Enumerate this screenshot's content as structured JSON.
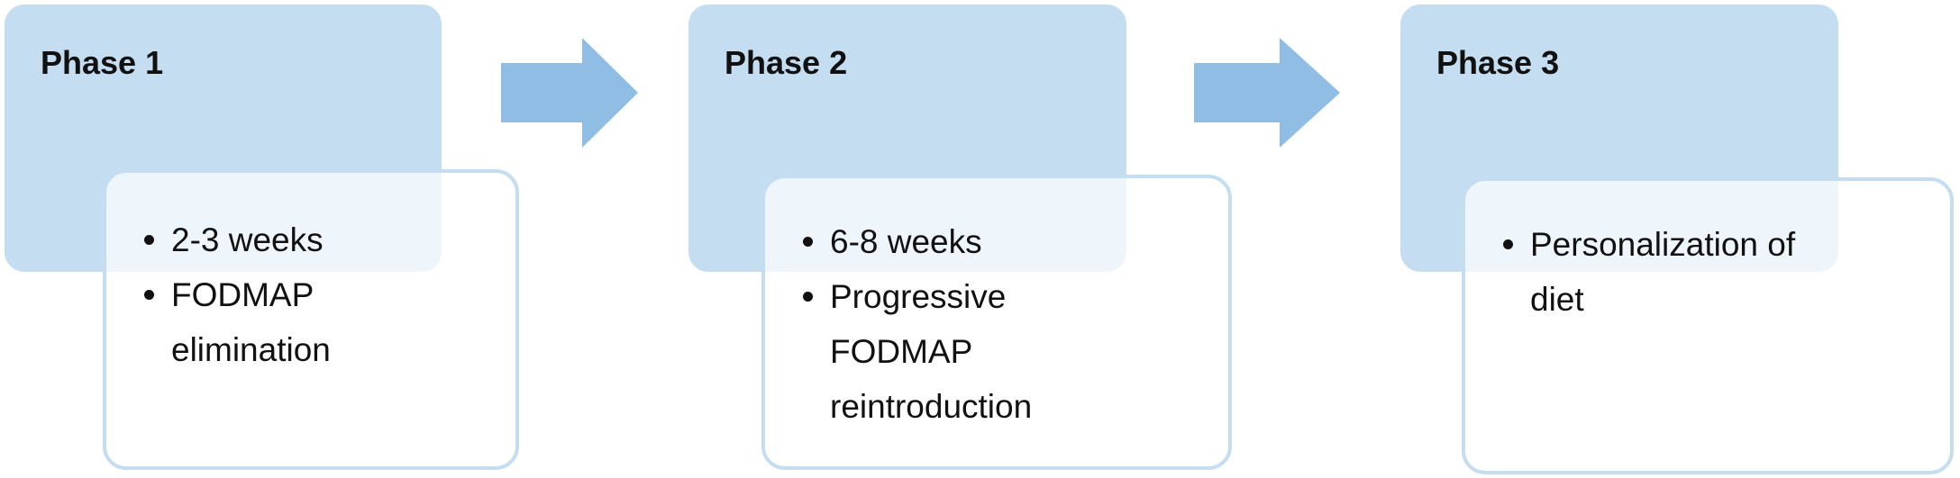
{
  "phases": [
    {
      "title": "Phase 1",
      "items": [
        "2-3 weeks",
        "FODMAP elimination"
      ]
    },
    {
      "title": "Phase 2",
      "items": [
        "6-8 weeks",
        "Progressive FODMAP reintroduction"
      ]
    },
    {
      "title": "Phase 3",
      "items": [
        "Personalization of diet"
      ]
    }
  ],
  "colors": {
    "header_fill": "#c5ddf1",
    "arrow_fill": "#8fbde4",
    "text": "#111111"
  },
  "icons": {
    "connector": "right-arrow-icon"
  }
}
